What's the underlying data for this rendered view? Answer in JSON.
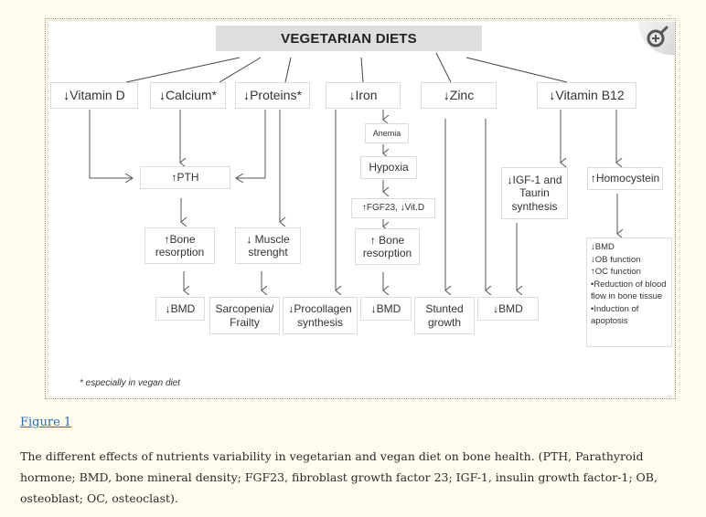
{
  "figure": {
    "title": "VEGETARIAN DIETS",
    "zoom_button_icon": "zoom-in-icon",
    "nutrients": [
      {
        "arrow": "↓",
        "label": "Vitamin D"
      },
      {
        "arrow": "↓",
        "label": "Calcium*"
      },
      {
        "arrow": "↓",
        "label": "Proteins*"
      },
      {
        "arrow": "↓",
        "label": "Iron"
      },
      {
        "arrow": "↓",
        "label": " Zinc"
      },
      {
        "arrow": "↓",
        "label": "Vitamin B12"
      }
    ],
    "nodes": {
      "pth": {
        "arrow": "↑",
        "label": " PTH"
      },
      "bone_resorption_1": {
        "arrow": "↑",
        "label1": "Bone",
        "label2": "resorption"
      },
      "muscle": {
        "arrow": "↓",
        "label1": " Muscle",
        "label2": "strenght"
      },
      "anemia": {
        "label": "Anemia"
      },
      "hypoxia": {
        "label": "Hypoxia"
      },
      "fgf23": {
        "arrow1": "↑",
        "text1": "FGF23,",
        "arrow2": "↓",
        "text2": "Vit.D"
      },
      "bone_resorption_2": {
        "arrow": "↑",
        "label1": " Bone",
        "label2": "resorption"
      },
      "igf1": {
        "arrow": "↓",
        "label1": "IGF-1 and",
        "label2": "Taurin",
        "label3": "synthesis"
      },
      "homocystein": {
        "arrow": "↑",
        "label": "Homocystein"
      },
      "bmd_1": {
        "arrow": "↓",
        "label": "BMD"
      },
      "sarcopenia": {
        "label1": "Sarcopenia/",
        "label2": "Frailty"
      },
      "procollagen": {
        "arrow": "↓",
        "label1": "Procollagen",
        "label2": "synthesis"
      },
      "bmd_2": {
        "arrow": "↓",
        "label": " BMD"
      },
      "stunted": {
        "label1": "Stunted",
        "label2": "growth"
      },
      "bmd_3": {
        "arrow": "↓",
        "label": " BMD"
      },
      "b12_effects": [
        {
          "arrow": "↓",
          "text": "BMD"
        },
        {
          "arrow": "↓",
          "text": "OB function"
        },
        {
          "arrow": "↑",
          "text": "OC function"
        },
        {
          "arrow": "",
          "text": "•Reduction of blood flow in bone tissue"
        },
        {
          "arrow": "",
          "text": "•Induction of apoptosis"
        }
      ]
    },
    "footnote": "* especially in vegan diet"
  },
  "figure_link": "Figure 1",
  "caption": "The different effects of nutrients variability in vegetarian and vegan diet on bone health. (PTH, Parathyroid hormone; BMD, bone mineral density; FGF23, fibroblast growth factor 23; IGF-1, insulin growth factor-1; OB, osteoblast; OC, osteoclast)."
}
